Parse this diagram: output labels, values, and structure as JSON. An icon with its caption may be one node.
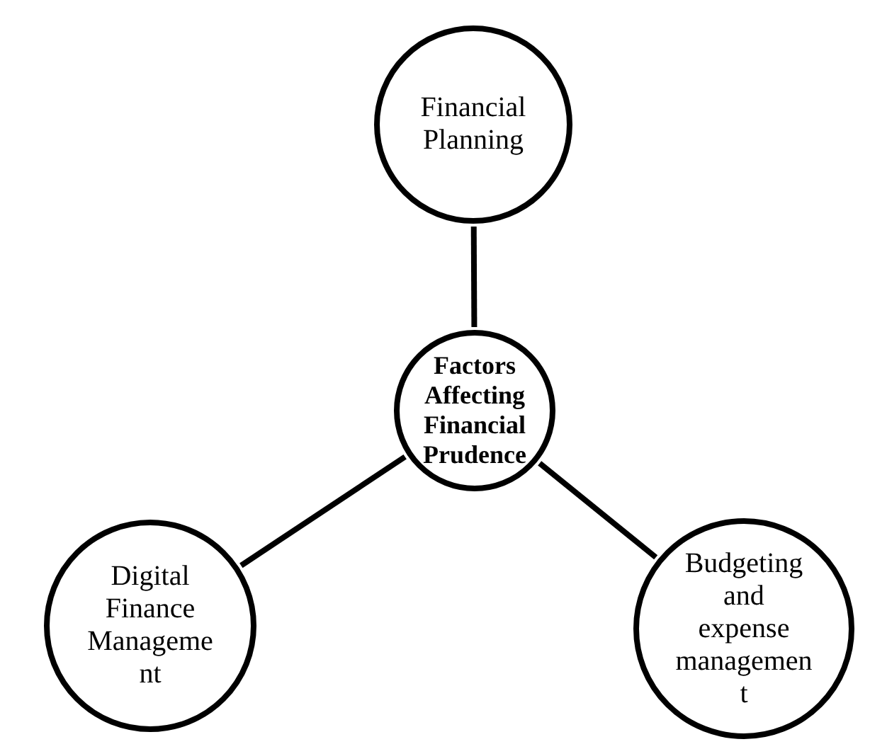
{
  "diagram": {
    "nodes": [
      {
        "text": [
          "Financial Planning"
        ]
      },
      {
        "text": [
          "Factors Affecting Financial Prudence"
        ]
      },
      {
        "text": [
          "Digital Finance Management"
        ]
      },
      {
        "text": [
          "Budgeting and expense management"
        ]
      }
    ],
    "edges": [
      {
        "from": 1,
        "to": 0,
        "arrow": "none"
      },
      {
        "from": 1,
        "to": 2,
        "arrow": "none"
      },
      {
        "from": 1,
        "to": 3,
        "arrow": "none"
      }
    ]
  }
}
